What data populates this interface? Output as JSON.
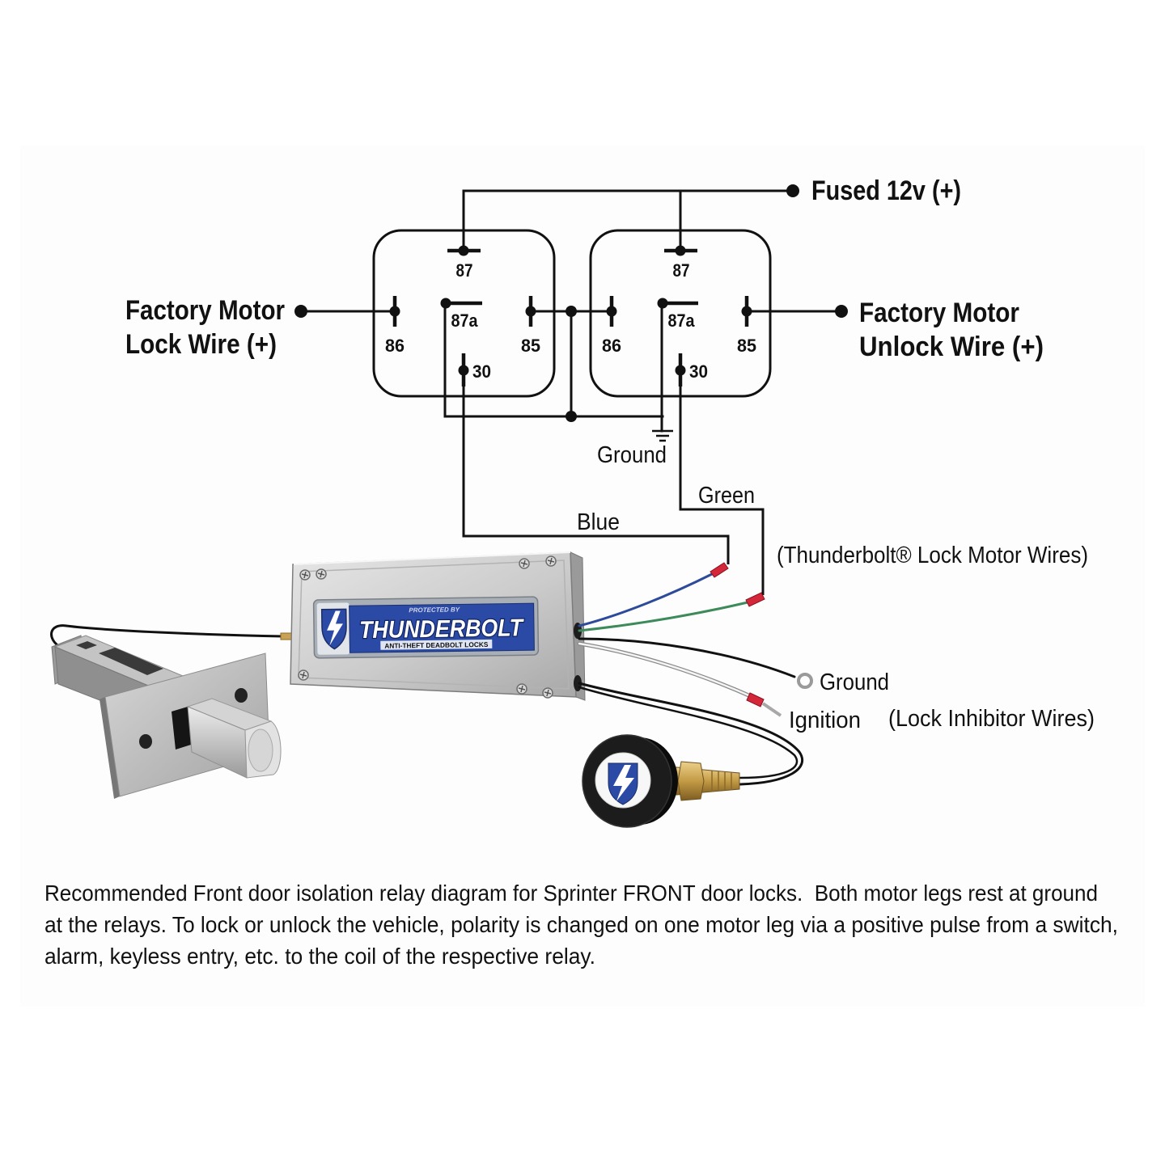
{
  "supply": {
    "label": "Fused 12v (+)"
  },
  "lock_input": {
    "line1": "Factory Motor",
    "line2": "Lock Wire (+)"
  },
  "unlock_input": {
    "line1": "Factory Motor",
    "line2": "Unlock Wire (+)"
  },
  "relays": [
    {
      "pin_87": "87",
      "pin_87a": "87a",
      "pin_86": "86",
      "pin_85": "85",
      "pin_30": "30"
    },
    {
      "pin_87": "87",
      "pin_87a": "87a",
      "pin_86": "86",
      "pin_85": "85",
      "pin_30": "30"
    }
  ],
  "relay_ground": {
    "label": "Ground"
  },
  "motor_wires": {
    "blue_label": "Blue",
    "green_label": "Green",
    "caption": "(Thunderbolt® Lock Motor Wires)"
  },
  "inhibitor_wires": {
    "ground_label": "Ground",
    "ignition_label": "Ignition",
    "caption": "(Lock Inhibitor Wires)"
  },
  "module": {
    "protected_by": "PROTECTED BY",
    "brand": "THUNDERBOLT",
    "tagline": "ANTI-THEFT DEADBOLT LOCKS"
  },
  "caption_lines": [
    "Recommended Front door isolation relay diagram for Sprinter FRONT door locks.  Both motor legs rest at ground",
    "at the relays. To lock or unlock the vehicle, polarity is changed on one motor leg via a positive pulse from a switch,",
    "alarm, keyless entry, etc. to the coil of the respective relay."
  ],
  "icons": {
    "module_logo": "thunderbolt-logo-icon",
    "button_logo": "thunderbolt-logo-icon",
    "ground_symbol": "ground-symbol-icon"
  },
  "colors": {
    "blue_wire": "#2d4a9b",
    "green_wire": "#3d8a5a",
    "brand_blue": "#2b4aa6",
    "wiring": "#111111"
  }
}
